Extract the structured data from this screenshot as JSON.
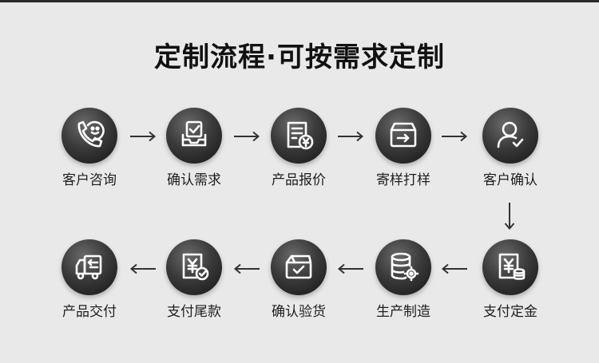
{
  "title": "定制流程·可按需求定制",
  "steps": [
    {
      "label": "客户咨询",
      "icon": "phone-smiley-icon"
    },
    {
      "label": "确认需求",
      "icon": "inbox-check-icon"
    },
    {
      "label": "产品报价",
      "icon": "document-yuan-icon"
    },
    {
      "label": "寄样打样",
      "icon": "box-arrow-icon"
    },
    {
      "label": "客户确认",
      "icon": "user-check-icon"
    },
    {
      "label": "支付定金",
      "icon": "document-yuan-coins-icon"
    },
    {
      "label": "生产制造",
      "icon": "database-gear-icon"
    },
    {
      "label": "确认验货",
      "icon": "box-check-icon"
    },
    {
      "label": "支付尾款",
      "icon": "document-yuan-check-icon"
    },
    {
      "label": "产品交付",
      "icon": "delivery-truck-icon"
    }
  ],
  "colors": {
    "background": "#e9e9e9",
    "circle": "#2b2b2b",
    "icon_stroke": "#ffffff",
    "arrow": "#333333"
  }
}
